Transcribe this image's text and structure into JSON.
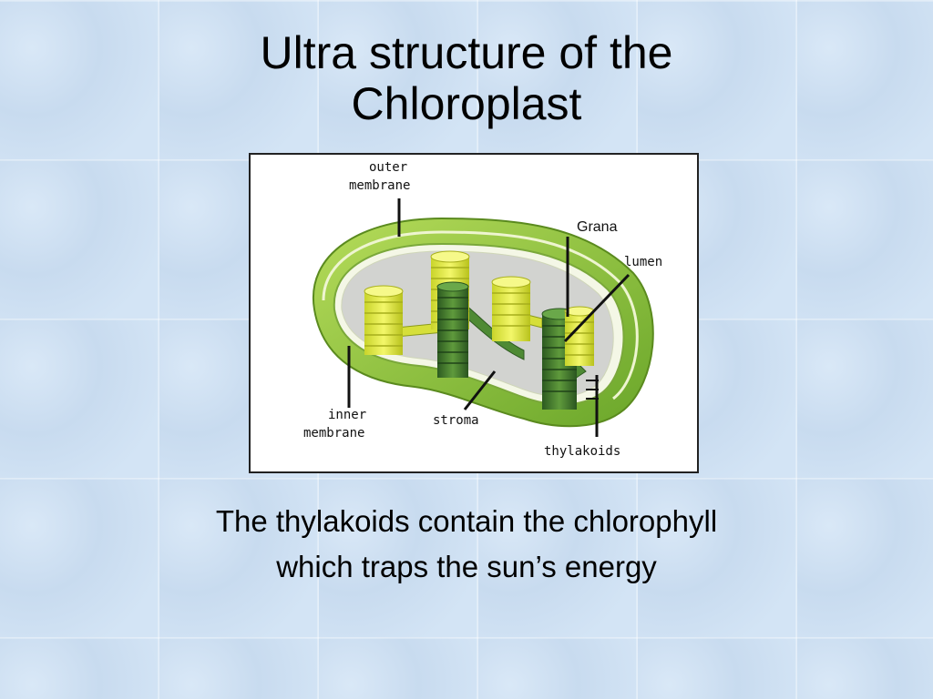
{
  "slide": {
    "title_line1": "Ultra structure of the",
    "title_line2": "Chloroplast",
    "caption_line1": "The thylakoids contain the chlorophyll",
    "caption_line2": "which traps the sun’s energy"
  },
  "diagram": {
    "labels": {
      "outer_membrane_1": "outer",
      "outer_membrane_2": "membrane",
      "grana": "Grana",
      "lumen": "lumen",
      "inner_membrane_1": "inner",
      "inner_membrane_2": "membrane",
      "stroma": "stroma",
      "thylakoids": "thylakoids"
    },
    "colors": {
      "outer_membrane": "#8fc43e",
      "inner_space": "#d3d3d3",
      "grana_light": "#e6ee3a",
      "grana_dark": "#3f7a2e"
    }
  }
}
